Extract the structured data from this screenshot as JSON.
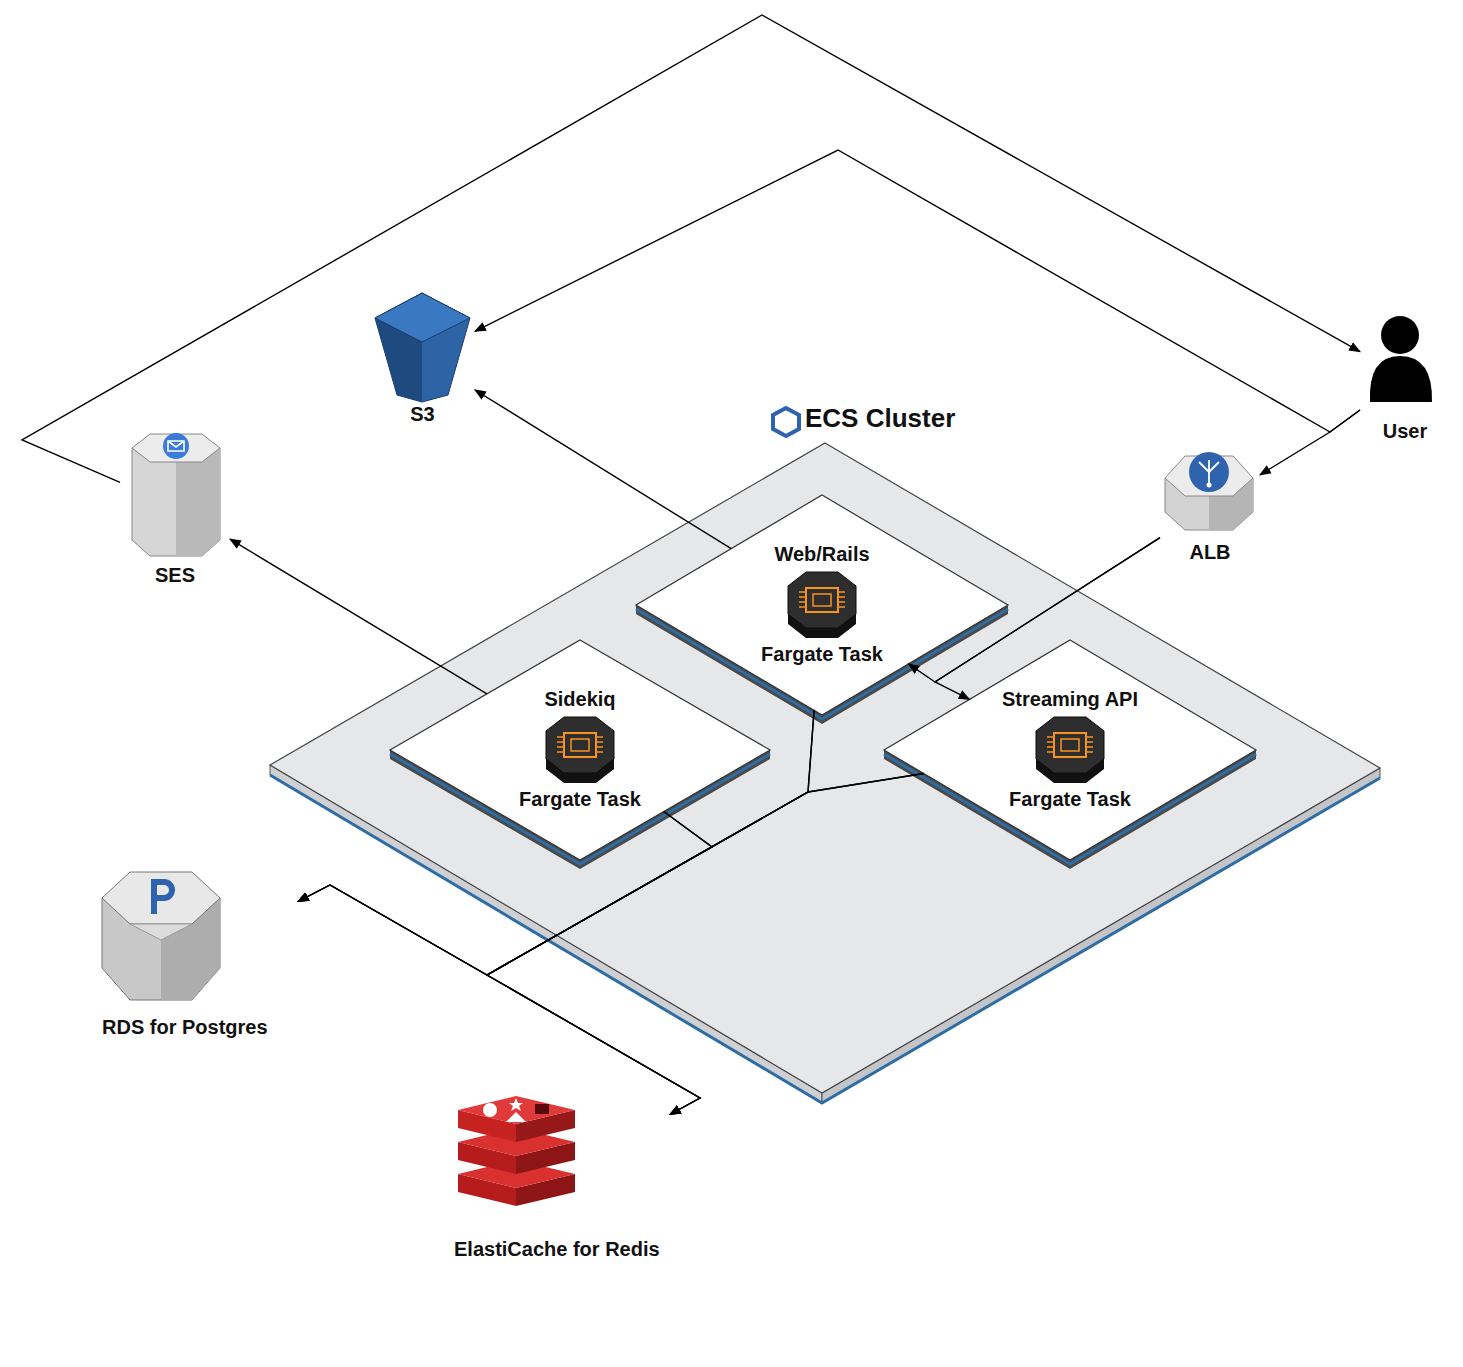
{
  "diagram": {
    "nodes": [
      {
        "text": [
          "S3"
        ]
      },
      {
        "text": [
          "User"
        ]
      },
      {
        "text": [
          "SES"
        ]
      },
      {
        "text": [
          "ALB"
        ]
      },
      {
        "text": [
          "ECS Cluster"
        ]
      },
      {
        "text": [
          "Web/Rails",
          "Fargate Task"
        ],
        "in": 4
      },
      {
        "text": [
          "Sidekiq",
          "Fargate Task"
        ],
        "in": 4
      },
      {
        "text": [
          "Streaming API",
          "Fargate Task"
        ],
        "in": 4
      },
      {
        "text": [
          "RDS for Postgres"
        ]
      },
      {
        "text": [
          "ElastiCache for Redis"
        ]
      }
    ],
    "edges": [
      {
        "from": 2,
        "to": 1,
        "arrow": "to"
      },
      {
        "from": 1,
        "to": 0,
        "arrow": "to"
      },
      {
        "from": 1,
        "to": 3,
        "arrow": "to"
      },
      {
        "from": 5,
        "to": 0,
        "arrow": "to"
      },
      {
        "from": 3,
        "to": 5,
        "arrow": "to"
      },
      {
        "from": 3,
        "to": 7,
        "arrow": "to"
      },
      {
        "from": 6,
        "to": 2,
        "arrow": "to"
      },
      {
        "from": 5,
        "to": 8,
        "arrow": "to"
      },
      {
        "from": 6,
        "to": 8,
        "arrow": "to"
      },
      {
        "from": 7,
        "to": 8,
        "arrow": "to"
      },
      {
        "from": 5,
        "to": 9,
        "arrow": "to"
      },
      {
        "from": 6,
        "to": 9,
        "arrow": "to"
      },
      {
        "from": 7,
        "to": 9,
        "arrow": "to"
      }
    ]
  }
}
